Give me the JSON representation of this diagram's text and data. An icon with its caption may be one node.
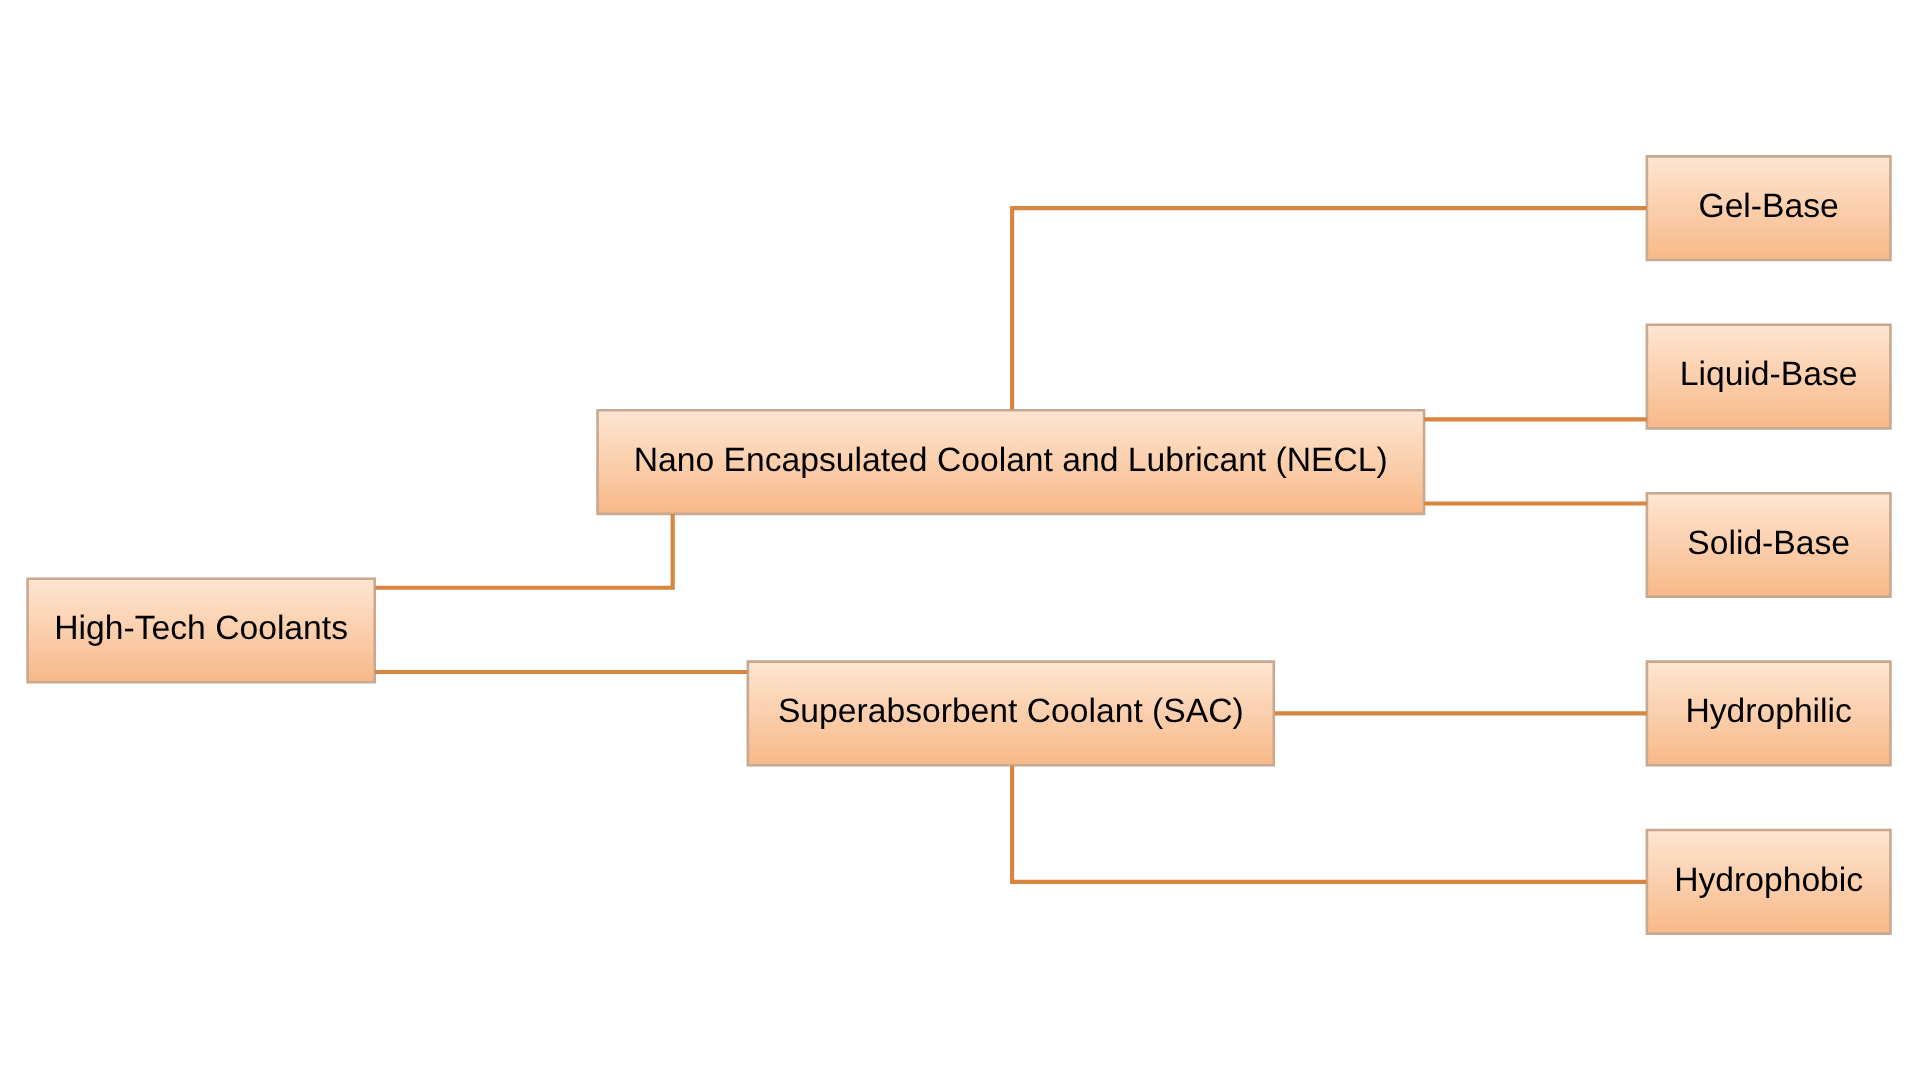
{
  "diagram": {
    "nodes": [
      {
        "text": [
          "High-Tech Coolants"
        ]
      },
      {
        "text": [
          "Nano Encapsulated Coolant and Lubricant (NECL)"
        ]
      },
      {
        "text": [
          "Superabsorbent Coolant (SAC)"
        ]
      },
      {
        "text": [
          "Gel-Base"
        ]
      },
      {
        "text": [
          "Liquid-Base"
        ]
      },
      {
        "text": [
          "Solid-Base"
        ]
      },
      {
        "text": [
          "Hydrophilic"
        ]
      },
      {
        "text": [
          "Hydrophobic"
        ]
      }
    ],
    "edges": [
      {
        "from": 0,
        "to": 1,
        "arrow": "none"
      },
      {
        "from": 0,
        "to": 2,
        "arrow": "none"
      },
      {
        "from": 1,
        "to": 3,
        "arrow": "none"
      },
      {
        "from": 1,
        "to": 4,
        "arrow": "none"
      },
      {
        "from": 1,
        "to": 5,
        "arrow": "none"
      },
      {
        "from": 2,
        "to": 6,
        "arrow": "none"
      },
      {
        "from": 2,
        "to": 7,
        "arrow": "none"
      }
    ]
  }
}
